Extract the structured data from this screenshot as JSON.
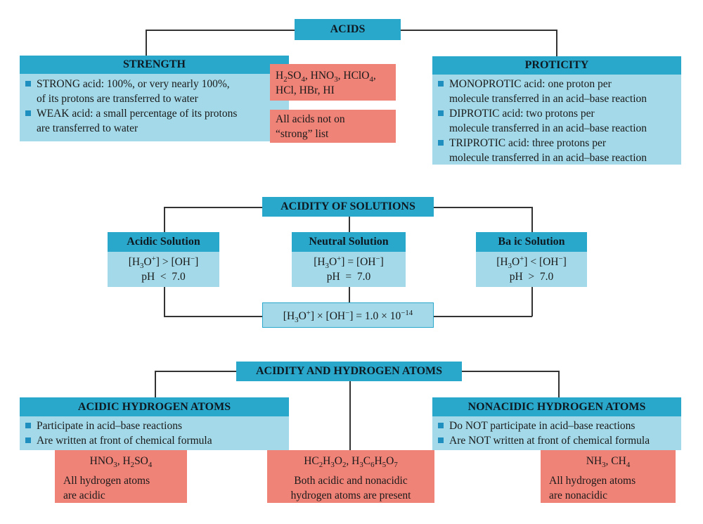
{
  "acids": {
    "title": "ACIDS",
    "strength": {
      "title": "STRENGTH",
      "strong_l1": "STRONG acid: 100%, or very nearly 100%,",
      "strong_l2": "of its protons are transferred to water",
      "weak_l1": "WEAK acid: a small percentage of its protons",
      "weak_l2": "are transferred to water",
      "strong_list": {
        "h2so4_h": "H",
        "h2so4_2": "2",
        "h2so4_so": "SO",
        "h2so4_4": "4",
        "sep1": ", HNO",
        "hno3_3": "3",
        "sep2": ", HClO",
        "hclo4_4": "4",
        "sep3": ",",
        "line2": "HCl, HBr, HI"
      },
      "weak_note_l1": "All acids not on",
      "weak_note_l2": "“strong” list"
    },
    "proticity": {
      "title": "PROTICITY",
      "mono_l1": "MONOPROTIC acid: one proton per",
      "mono_l2": "molecule transferred in an acid–base reaction",
      "di_l1": "DIPROTIC acid: two protons per",
      "di_l2": "molecule transferred in an acid–base reaction",
      "tri_l1": "TRIPROTIC acid: three protons per",
      "tri_l2": "molecule transferred in an acid–base reaction"
    }
  },
  "acidity": {
    "title": "ACIDITY OF SOLUTIONS",
    "acidic": {
      "title": "Acidic Solution",
      "op": "] > [OH",
      "ph": "pH  <  7.0"
    },
    "neutral": {
      "title": "Neutral Solution",
      "op": "] = [OH",
      "ph": "pH  =  7.0"
    },
    "basic": {
      "title": "Ba ic Solution",
      "op": "] < [OH",
      "ph": "pH  >  7.0"
    },
    "ion": {
      "h": "[H",
      "three": "3",
      "o": "O",
      "plus": "+",
      "minus": "−",
      "close": "]"
    },
    "kw": {
      "mid": "] × [OH",
      "eq": "] = 1.0 × 10",
      "exp": "−14"
    }
  },
  "hydrogen": {
    "title": "ACIDITY AND HYDROGEN ATOMS",
    "acidic_h": {
      "title": "ACIDIC HYDROGEN ATOMS",
      "b1": "Participate in acid–base reactions",
      "b2": "Are written at front of chemical formula",
      "ex": {
        "a": "HNO",
        "b": "3",
        "c": ", H",
        "d": "2",
        "e": "SO",
        "f": "4"
      },
      "note_l1": "All hydrogen atoms",
      "note_l2": "are acidic"
    },
    "nonacidic_h": {
      "title": "NONACIDIC HYDROGEN ATOMS",
      "b1": "Do NOT participate in acid–base reactions",
      "b2": "Are NOT written at front of chemical formula",
      "ex": {
        "a": "NH",
        "b": "3",
        "c": ", CH",
        "d": "4"
      },
      "note_l1": "All hydrogen atoms",
      "note_l2": "are nonacidic"
    },
    "both": {
      "ex": {
        "a": "HC",
        "b": "2",
        "c": "H",
        "d": "3",
        "e": "O",
        "f": "2",
        "g": ", H",
        "h": "3",
        "i": "C",
        "j": "6",
        "k": "H",
        "l": "5",
        "m": "O",
        "n": "7"
      },
      "note_l1": "Both acidic and nonacidic",
      "note_l2": "hydrogen atoms are present"
    }
  }
}
